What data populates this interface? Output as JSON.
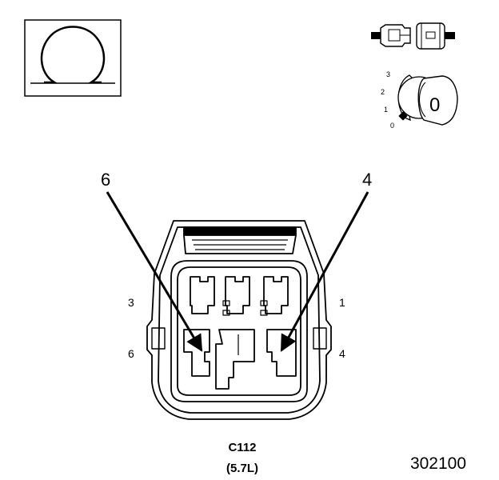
{
  "symbol": {
    "name": "ohm-symbol",
    "glyph": "Ω"
  },
  "ignition": {
    "positions": [
      "3",
      "2",
      "1",
      "0"
    ],
    "key_position": "0"
  },
  "callouts": {
    "left": "6",
    "right": "4"
  },
  "pins": {
    "top_left": "3",
    "top_right": "1",
    "bottom_left": "6",
    "bottom_right": "4"
  },
  "caption": {
    "connector": "C112",
    "engine": "(5.7L)"
  },
  "figure_id": "302100"
}
